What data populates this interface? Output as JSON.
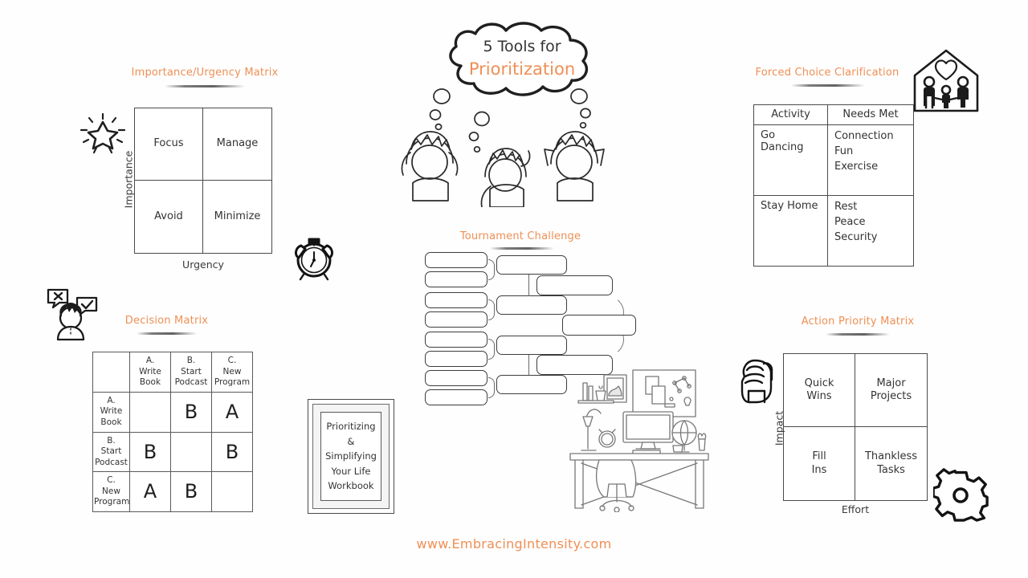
{
  "page": {
    "background": "#ffffff",
    "accent_color": "#ef8f55",
    "ink_color": "#3d3d3d",
    "footer_url": "www.EmbracingIntensity.com"
  },
  "hero": {
    "bubble_line1": "5 Tools for",
    "bubble_line2": "Prioritization",
    "thinkers_icon": "three-thinking-people-icon",
    "bubble_icon": "thought-bubble-icon"
  },
  "importance_urgency": {
    "title": "Importance/Urgency Matrix",
    "y_axis": "Importance",
    "x_axis": "Urgency",
    "cells": [
      "Focus",
      "Manage",
      "Avoid",
      "Minimize"
    ],
    "icon": "sparkle-star-icon",
    "clock_icon": "alarm-clock-icon"
  },
  "decision_matrix": {
    "title": "Decision Matrix",
    "icon": "person-choice-icon",
    "corner_label": "",
    "col_headers": [
      "",
      "A.\nWrite\nBook",
      "B.\nStart\nPodcast",
      "C.\nNew\nProgram"
    ],
    "col_headers_flat": [
      "",
      "A. Write Book",
      "B. Start Podcast",
      "C. New Program"
    ],
    "rows": [
      {
        "header": "A.\nWrite\nBook",
        "cells": [
          "",
          "B",
          "A"
        ]
      },
      {
        "header": "B.\nStart\nPodcast",
        "cells": [
          "B",
          "",
          "B"
        ]
      },
      {
        "header": "C.\nNew\nProgram",
        "cells": [
          "A",
          "B",
          ""
        ]
      }
    ]
  },
  "forced_choice": {
    "title": "Forced Choice Clarification",
    "icon": "house-family-heart-icon",
    "headers": [
      "Activity",
      "Needs Met"
    ],
    "rows": [
      {
        "activity": "Go Dancing",
        "needs": [
          "Connection",
          "Fun",
          "Exercise"
        ]
      },
      {
        "activity": "Stay Home",
        "needs": [
          "Rest",
          "Peace",
          "Security"
        ]
      }
    ]
  },
  "action_priority": {
    "title": "Action Priority Matrix",
    "y_axis": "Impact",
    "x_axis": "Effort",
    "cells": [
      "Quick\nWins",
      "Major\nProjects",
      "Fill\nIns",
      "Thankless\nTasks"
    ],
    "cells_flat": [
      "Quick Wins",
      "Major Projects",
      "Fill Ins",
      "Thankless Tasks"
    ],
    "fist_icon": "fist-icon",
    "gear_icon": "gear-icon"
  },
  "tournament": {
    "title": "Tournament Challenge",
    "round1_count": 8,
    "round2_count": 4,
    "round3_count": 2,
    "final_count": 1,
    "boxes_are_blank": true,
    "desk_icon": "desk-workspace-icon"
  },
  "workbook": {
    "lines": [
      "Prioritizing",
      "& Simplifying",
      "Your Life",
      "Workbook"
    ],
    "icon": "framed-workbook-icon"
  }
}
